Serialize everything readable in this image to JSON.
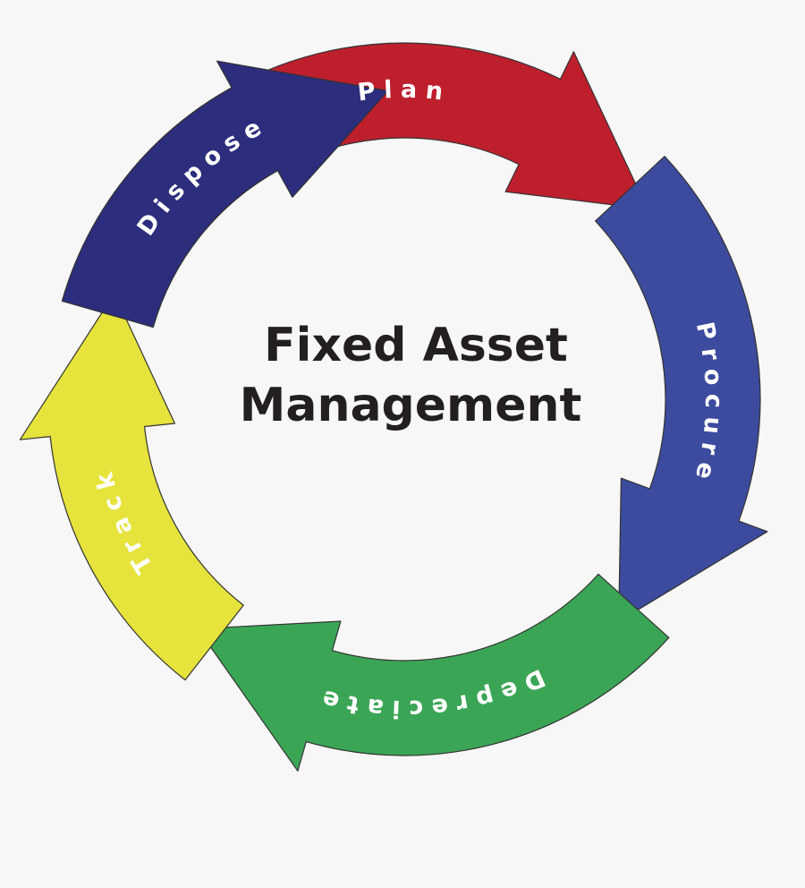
{
  "title": {
    "line1": "Fixed Asset",
    "line2": "Management"
  },
  "cycle": [
    {
      "key": "plan",
      "label": "Plan",
      "color": "#be1f2d"
    },
    {
      "key": "procure",
      "label": "Procure",
      "color": "#3c4b9e"
    },
    {
      "key": "depreciate",
      "label": "Depreciate",
      "color": "#3aa655"
    },
    {
      "key": "track",
      "label": "Track",
      "color": "#e6e43c"
    },
    {
      "key": "dispose",
      "label": "Dispose",
      "color": "#2c2d7c"
    }
  ],
  "colors": {
    "background": "#f7f7f7",
    "label_text": "#ffffff",
    "title_text": "#231f20"
  }
}
